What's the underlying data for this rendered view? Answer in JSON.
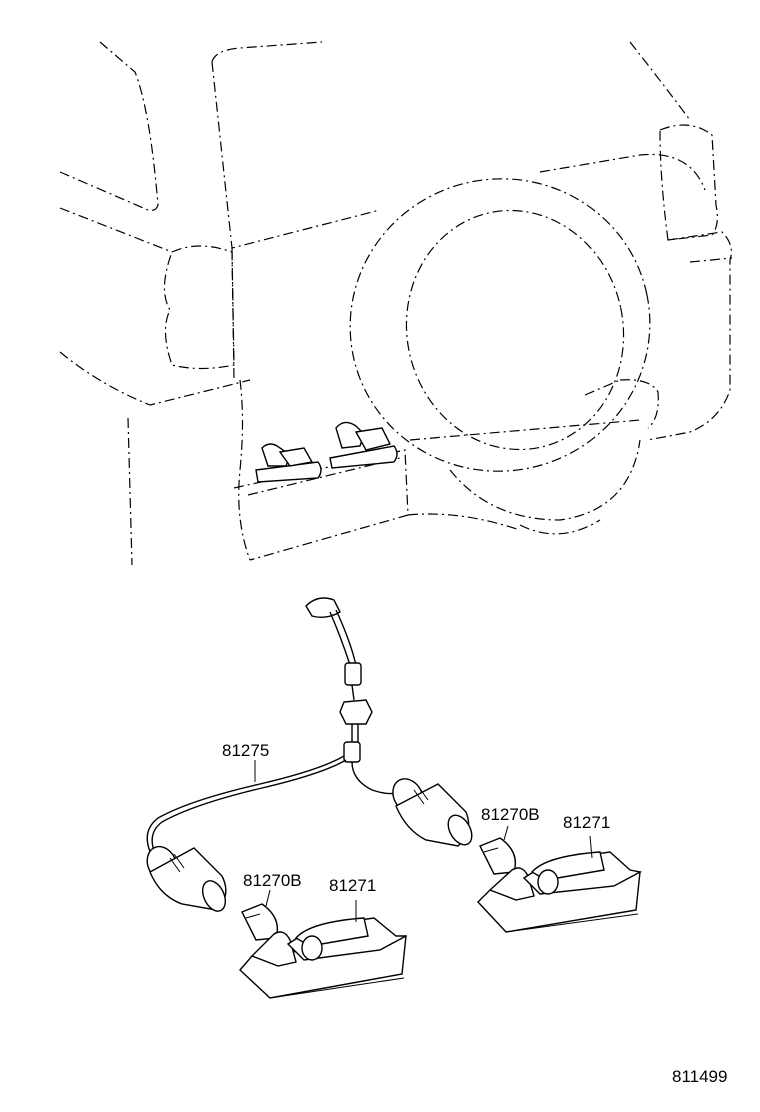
{
  "part_labels": {
    "wire_harness": "81275",
    "bulb_right": "81270B",
    "lamp_right": "81271",
    "bulb_left": "81270B",
    "lamp_left": "81271"
  },
  "reference_code": "811499",
  "colors": {
    "line": "#000000",
    "background": "#ffffff"
  }
}
